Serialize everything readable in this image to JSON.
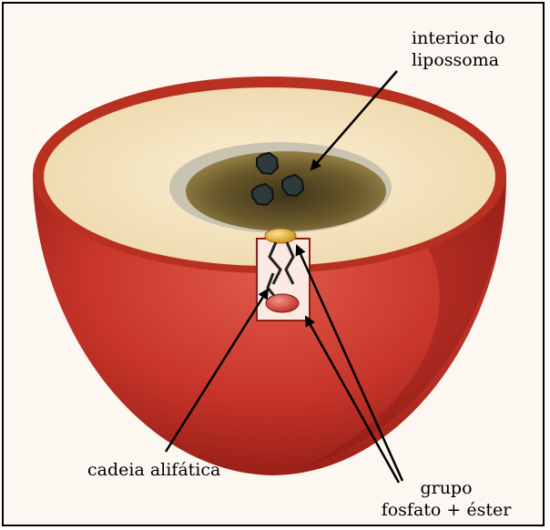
{
  "labels": {
    "interior_line1": "interior do",
    "interior_line2": "lipossoma",
    "cadeia": "cadeia alifática",
    "grupo_line1": "grupo",
    "grupo_line2": "fosfato + éster"
  },
  "colors": {
    "shell_red": "#c8352a",
    "shell_red_dark": "#8f1c14",
    "cut_face": "#f6e6c4",
    "cavity": "#5a4a22",
    "particle": "#2f3a3a",
    "head_yellow": "#e8b23a",
    "head_red": "#d94a3c"
  },
  "icons": [
    "molecule-icon"
  ]
}
